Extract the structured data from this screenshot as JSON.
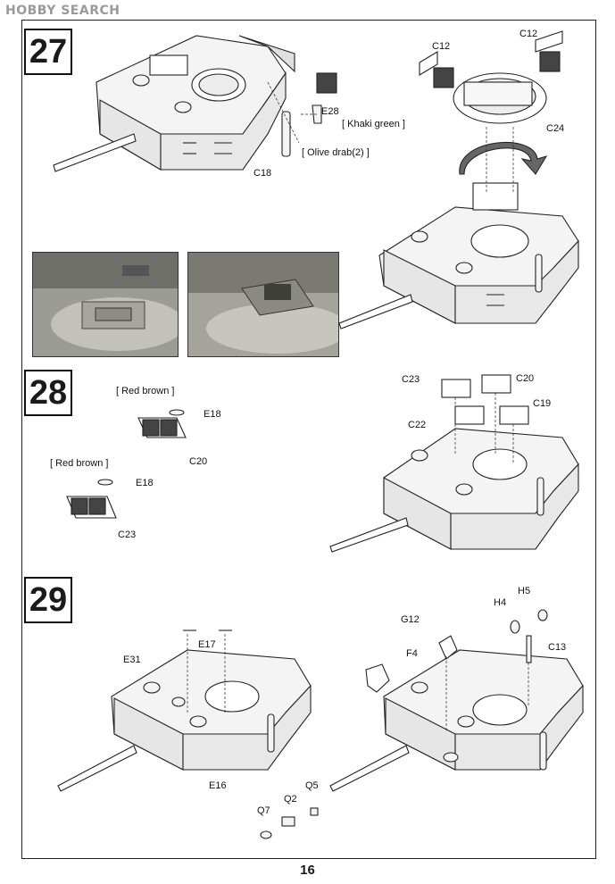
{
  "watermark": "HOBBY SEARCH",
  "page_number": "16",
  "steps": [
    {
      "number": "27"
    },
    {
      "number": "28"
    },
    {
      "number": "29"
    }
  ],
  "step27": {
    "parts": {
      "e28": "E28",
      "c18": "C18",
      "c12a": "C12",
      "c12b": "C12",
      "c24": "C24"
    },
    "paint": {
      "khaki": "[ Khaki green ]",
      "olive": "[ Olive drab(2) ]"
    }
  },
  "step28": {
    "parts": {
      "e18a": "E18",
      "c20a": "C20",
      "e18b": "E18",
      "c23a": "C23",
      "c23b": "C23",
      "c20b": "C20",
      "c19": "C19",
      "c22": "C22"
    },
    "paint": {
      "red1": "[ Red brown ]",
      "red2": "[ Red brown ]"
    }
  },
  "step29": {
    "parts": {
      "e17": "E17",
      "e31": "E31",
      "e16": "E16",
      "q7": "Q7",
      "q2": "Q2",
      "q5": "Q5",
      "g12": "G12",
      "f4": "F4",
      "h4": "H4",
      "h5": "H5",
      "c13": "C13"
    }
  },
  "colors": {
    "line": "#222222",
    "fill": "#f2f2f2",
    "photo_dark": "#5a5a55",
    "photo_light": "#b8b8b0"
  }
}
